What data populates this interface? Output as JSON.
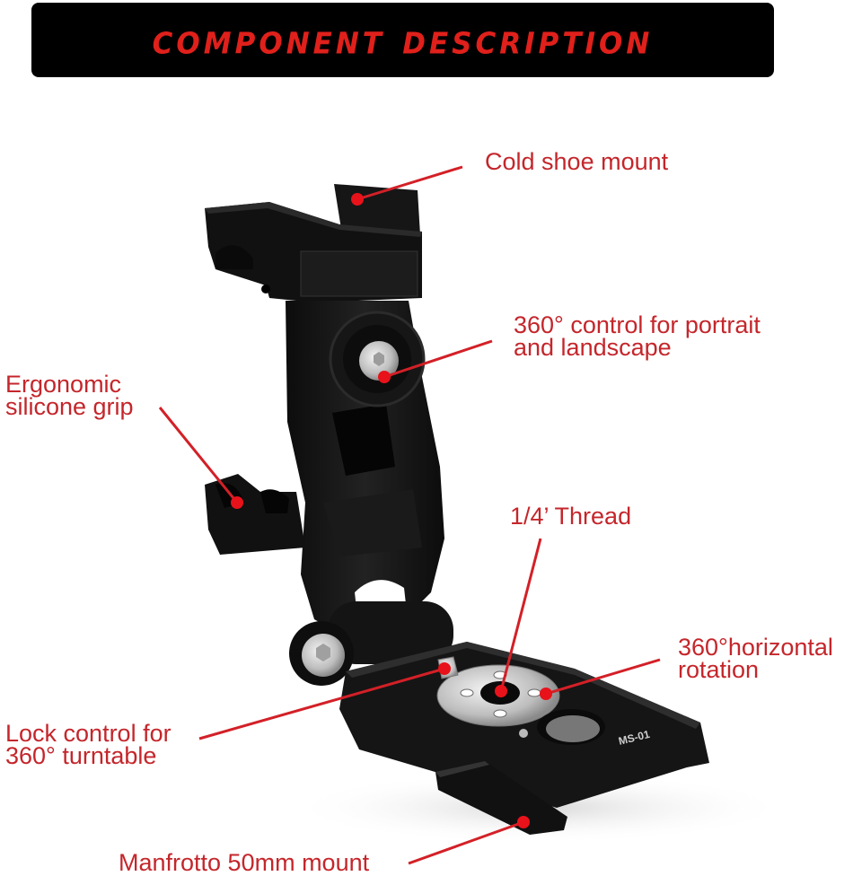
{
  "banner": {
    "title": "Component description"
  },
  "colors": {
    "banner_bg": "#000000",
    "banner_text": "#e0201b",
    "label_text": "#c4262b",
    "leader_line": "#d32027",
    "marker_dot": "#e8121a",
    "product_body": "#141414",
    "metal": "#c9c9c9"
  },
  "product": {
    "model_marking": "MS-01"
  },
  "callouts": [
    {
      "id": "cold-shoe",
      "label": "Cold shoe mount"
    },
    {
      "id": "portrait-landscape",
      "label": "360° control for portrait\nand landscape"
    },
    {
      "id": "silicone-grip",
      "label": "Ergonomic\nsilicone grip"
    },
    {
      "id": "thread",
      "label": "1/4’ Thread"
    },
    {
      "id": "horizontal-rotation",
      "label": "360°horizontal\nrotation"
    },
    {
      "id": "turntable-lock",
      "label": "Lock control for\n360° turntable"
    },
    {
      "id": "manfrotto",
      "label": "Manfrotto 50mm mount"
    }
  ]
}
